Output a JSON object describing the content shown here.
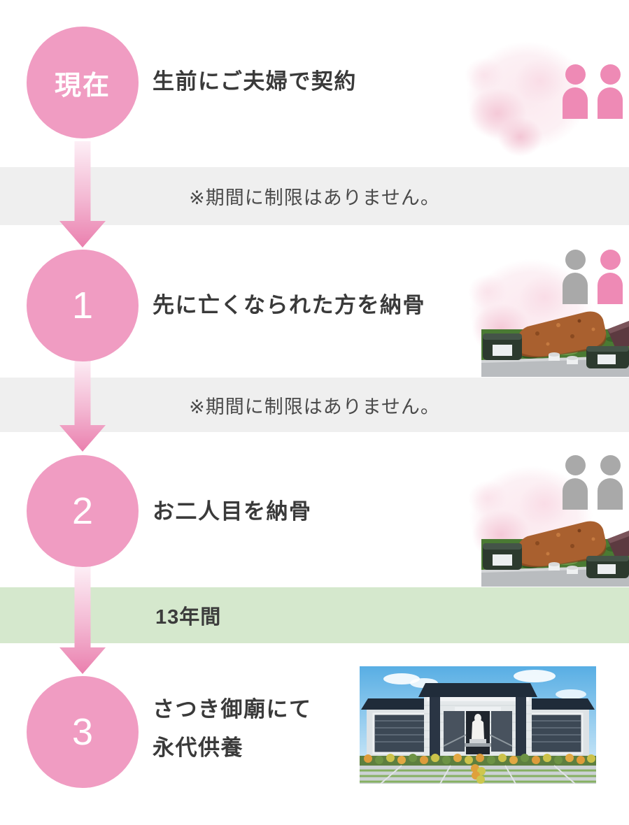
{
  "steps": [
    {
      "badge": "現在",
      "title": "生前にご夫婦で契約"
    },
    {
      "badge": "1",
      "title": "先に亡くなられた方を納骨"
    },
    {
      "badge": "2",
      "title": "お二人目を納骨"
    },
    {
      "badge": "3",
      "title_line1": "さつき御廟にて",
      "title_line2": "永代供養"
    }
  ],
  "bands": [
    {
      "text": "※期間に制限はありません。"
    },
    {
      "text": "※期間に制限はありません。"
    },
    {
      "text": "13年間"
    }
  ],
  "icons": {
    "row_now": [
      "person-icon-pink",
      "person-icon-pink"
    ],
    "row_step1": [
      "person-icon-gray",
      "person-icon-pink"
    ],
    "row_step2": [
      "person-icon-gray",
      "person-icon-gray"
    ],
    "illustrations": [
      "cherry-blossom-vignette",
      "couple-grave-photo",
      "memorial-hall-photo",
      "down-arrow"
    ]
  },
  "colors": {
    "accent_pink": "#f09cc2",
    "person_pink": "#ee8ab5",
    "person_gray": "#a9a9a9",
    "band_gray": "#efefef",
    "band_green": "#d5e8cd",
    "text_dark": "#3a3a3a"
  }
}
